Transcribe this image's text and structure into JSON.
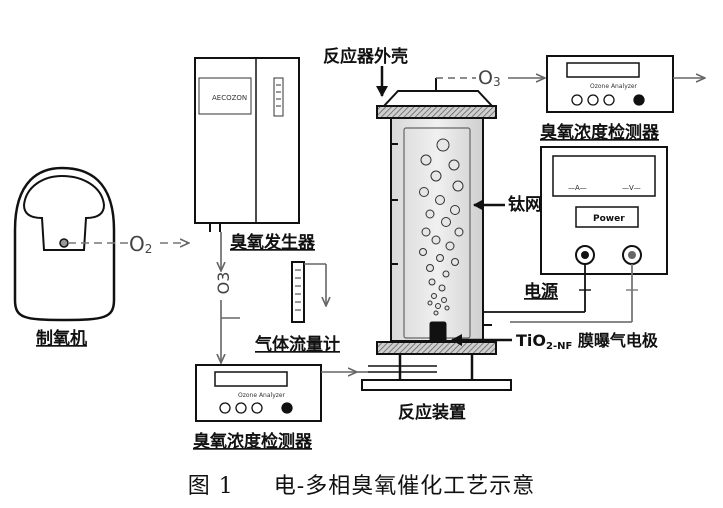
{
  "labels": {
    "oxygen_machine": "制氧机",
    "ozone_generator": "臭氧发生器",
    "gas_flowmeter": "气体流量计",
    "ozone_detector_bottom": "臭氧浓度检测器",
    "ozone_detector_top": "臭氧浓度检测器",
    "reactor_shell": "反应器外壳",
    "titanium_mesh": "钛网",
    "power_supply": "电源",
    "electrode_prefix": "TiO",
    "electrode_sub": "2-NF",
    "electrode_suffix": " 膜曝气电极",
    "reaction_device": "反应装置"
  },
  "gas_labels": {
    "o2_left": "O",
    "o2_left_sub": "2",
    "o3_vertical": "O3",
    "o3_top": "O",
    "o3_top_sub": "3"
  },
  "devices": {
    "generator_brand": "AECOZON",
    "analyzer_brand": "Ozone Analyzer",
    "power_button": "Power",
    "ammeter": "—A—",
    "voltmeter": "—V—"
  },
  "caption": {
    "figure_no": "图 1",
    "title": "电-多相臭氧催化工艺示意"
  },
  "colors": {
    "line": "#111111",
    "gas_line": "#777777",
    "device_fill": "#f4f4f4"
  }
}
